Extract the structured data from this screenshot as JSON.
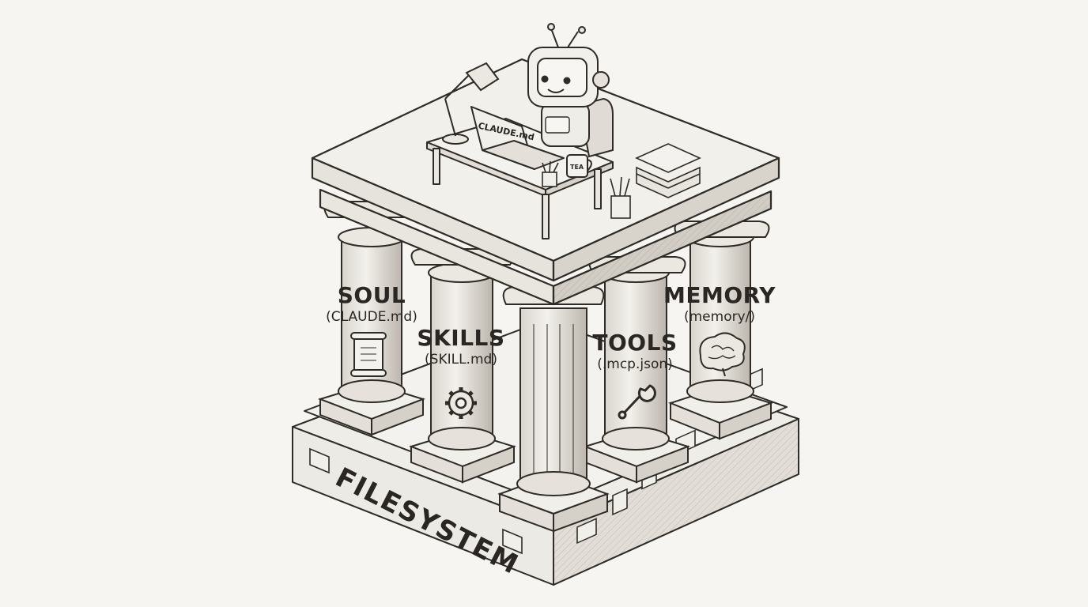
{
  "diagram": {
    "title": "Claude agent architecture temple",
    "platform": {
      "label": "FILESYSTEM"
    },
    "laptop": {
      "screen_text": "CLAUDE.md"
    },
    "mug": {
      "text": "TEA"
    },
    "pillars": [
      {
        "title": "SOUL",
        "subtitle": "(CLAUDE.md)",
        "icon": "scroll-icon"
      },
      {
        "title": "SKILLS",
        "subtitle": "(SKILL.md)",
        "icon": "gear-icon"
      },
      {
        "title": "TOOLS",
        "subtitle": "(.mcp.json)",
        "icon": "wrench-icon"
      },
      {
        "title": "MEMORY",
        "subtitle": "(memory/)",
        "icon": "brain-icon"
      }
    ]
  }
}
